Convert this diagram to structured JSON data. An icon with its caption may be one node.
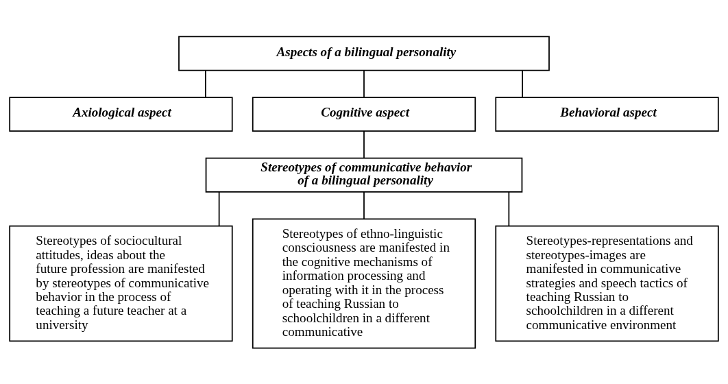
{
  "diagram": {
    "nodes": [
      {
        "text": [
          "Aspects of a bilingual personality"
        ]
      },
      {
        "text": [
          "Axiological aspect"
        ]
      },
      {
        "text": [
          "Cognitive aspect"
        ]
      },
      {
        "text": [
          "Behavioral aspect"
        ]
      },
      {
        "text": [
          "Stereotypes of communicative behavior of a bilingual personality"
        ]
      },
      {
        "text": [
          "Stereotypes of sociocultural attitudes, ideas about the future profession are manifested by stereotypes of communicative behavior in the process of teaching a future teacher at a university"
        ]
      },
      {
        "text": [
          "Stereotypes of ethno-linguistic consciousness are manifested in the cognitive mechanisms of information processing and operating with it in the process of teaching Russian to schoolchildren in a different communicative"
        ]
      },
      {
        "text": [
          "Stereotypes-representations and stereotypes-images are manifested in communicative strategies and speech tactics of teaching Russian to schoolchildren in a different communicative environment"
        ]
      }
    ],
    "edges": [
      {
        "from": 0,
        "to": 1,
        "arrow": "none"
      },
      {
        "from": 0,
        "to": 2,
        "arrow": "none"
      },
      {
        "from": 0,
        "to": 3,
        "arrow": "none"
      },
      {
        "from": 2,
        "to": 4,
        "arrow": "none"
      },
      {
        "from": 4,
        "to": 5,
        "arrow": "none"
      },
      {
        "from": 4,
        "to": 6,
        "arrow": "none"
      },
      {
        "from": 4,
        "to": 7,
        "arrow": "none"
      }
    ]
  }
}
